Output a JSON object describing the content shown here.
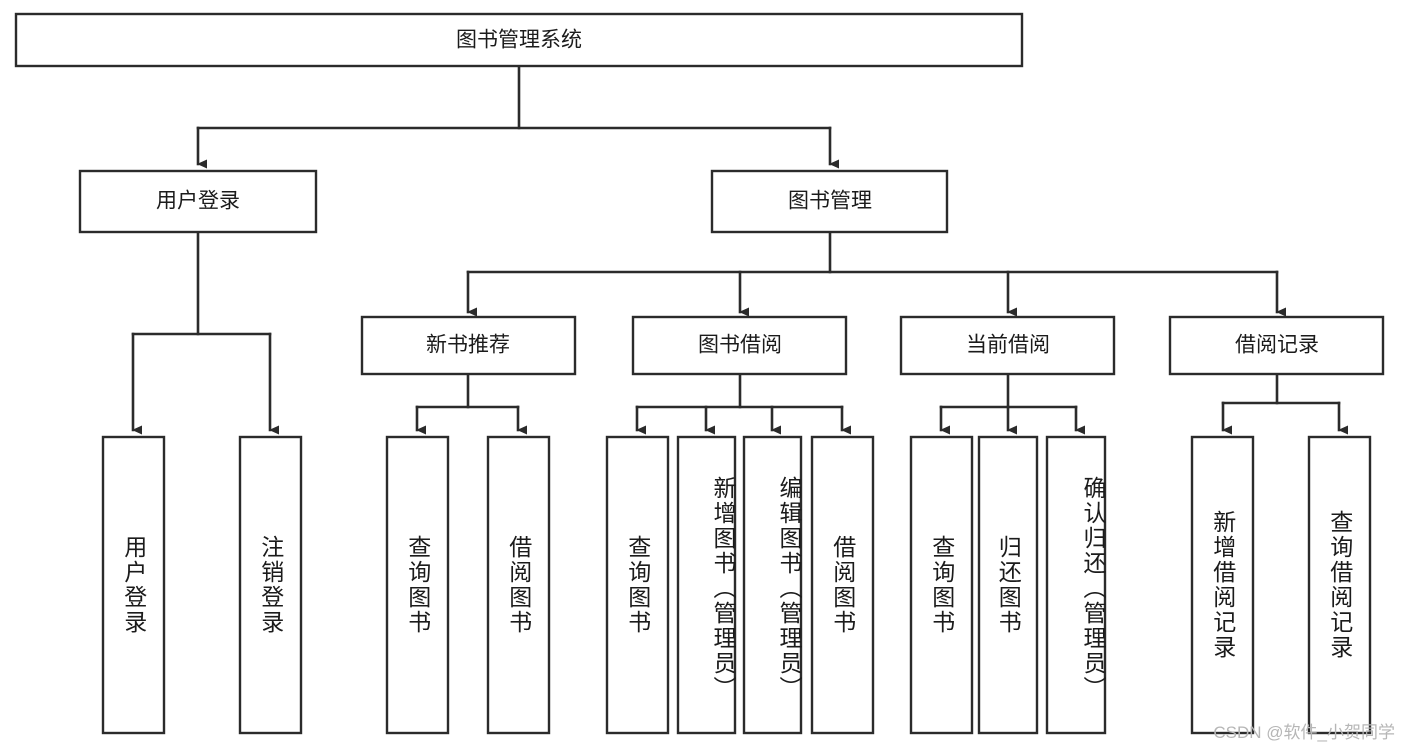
{
  "diagram": {
    "type": "tree-hierarchy",
    "title": "图书管理系统",
    "root": {
      "label": "图书管理系统",
      "orientation": "horizontal"
    },
    "level2": [
      {
        "id": "user-login",
        "label": "用户登录",
        "orientation": "horizontal"
      },
      {
        "id": "book-manage",
        "label": "图书管理",
        "orientation": "horizontal"
      }
    ],
    "level3": [
      {
        "id": "new-book-recommend",
        "label": "新书推荐",
        "orientation": "horizontal",
        "parent": "book-manage"
      },
      {
        "id": "book-borrow",
        "label": "图书借阅",
        "orientation": "horizontal",
        "parent": "book-manage"
      },
      {
        "id": "current-borrow",
        "label": "当前借阅",
        "orientation": "horizontal",
        "parent": "book-manage"
      },
      {
        "id": "borrow-record",
        "label": "借阅记录",
        "orientation": "horizontal",
        "parent": "book-manage"
      }
    ],
    "leaves": [
      {
        "id": "leaf-user-login",
        "label": "用户登录",
        "parent": "user-login",
        "orientation": "vertical"
      },
      {
        "id": "leaf-user-logout",
        "label": "注销登录",
        "parent": "user-login",
        "orientation": "vertical"
      },
      {
        "id": "leaf-query-book-1",
        "label": "查询图书",
        "parent": "new-book-recommend",
        "orientation": "vertical"
      },
      {
        "id": "leaf-borrow-book-1",
        "label": "借阅图书",
        "parent": "new-book-recommend",
        "orientation": "vertical"
      },
      {
        "id": "leaf-query-book-2",
        "label": "查询图书",
        "parent": "book-borrow",
        "orientation": "vertical"
      },
      {
        "id": "leaf-add-book",
        "label": "新增图书（管理员）",
        "parent": "book-borrow",
        "orientation": "vertical"
      },
      {
        "id": "leaf-edit-book",
        "label": "编辑图书（管理员）",
        "parent": "book-borrow",
        "orientation": "vertical"
      },
      {
        "id": "leaf-borrow-book-2",
        "label": "借阅图书",
        "parent": "book-borrow",
        "orientation": "vertical"
      },
      {
        "id": "leaf-query-book-3",
        "label": "查询图书",
        "parent": "current-borrow",
        "orientation": "vertical"
      },
      {
        "id": "leaf-return-book",
        "label": "归还图书",
        "parent": "current-borrow",
        "orientation": "vertical"
      },
      {
        "id": "leaf-confirm-return",
        "label": "确认归还（管理员）",
        "parent": "current-borrow",
        "orientation": "vertical"
      },
      {
        "id": "leaf-add-record",
        "label": "新增借阅记录",
        "parent": "borrow-record",
        "orientation": "vertical"
      },
      {
        "id": "leaf-query-record",
        "label": "查询借阅记录",
        "parent": "borrow-record",
        "orientation": "vertical"
      }
    ]
  },
  "watermark": {
    "text": "CSDN @软件_小贺同学"
  },
  "colors": {
    "box_stroke": "#2b2b2b",
    "box_fill": "#ffffff",
    "line": "#2b2b2b",
    "text": "#1b1b1b",
    "watermark": "#b6b6b6",
    "background": "#ffffff"
  }
}
